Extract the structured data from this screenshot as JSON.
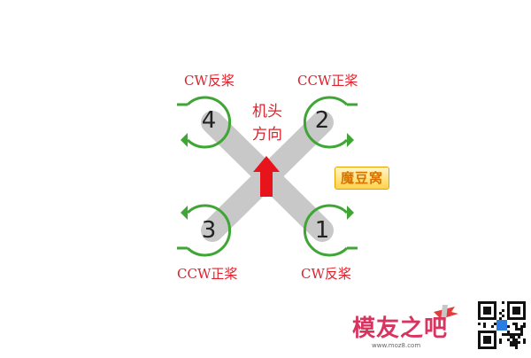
{
  "diagram": {
    "heading": [
      "机头",
      "方向"
    ],
    "motors": [
      {
        "number": "4",
        "label": "CW反桨"
      },
      {
        "number": "2",
        "label": "CCW正桨"
      },
      {
        "number": "3",
        "label": "CCW正桨"
      },
      {
        "number": "1",
        "label": "CW反桨"
      }
    ],
    "colors": {
      "arm": "#c8c8c8",
      "ring": "#3fa535",
      "arrow": "#e8141c",
      "label": "#e0202a"
    }
  },
  "watermark": {
    "badge": "魔豆窝",
    "brand": "模友之吧",
    "url": "www.moz8.com"
  }
}
